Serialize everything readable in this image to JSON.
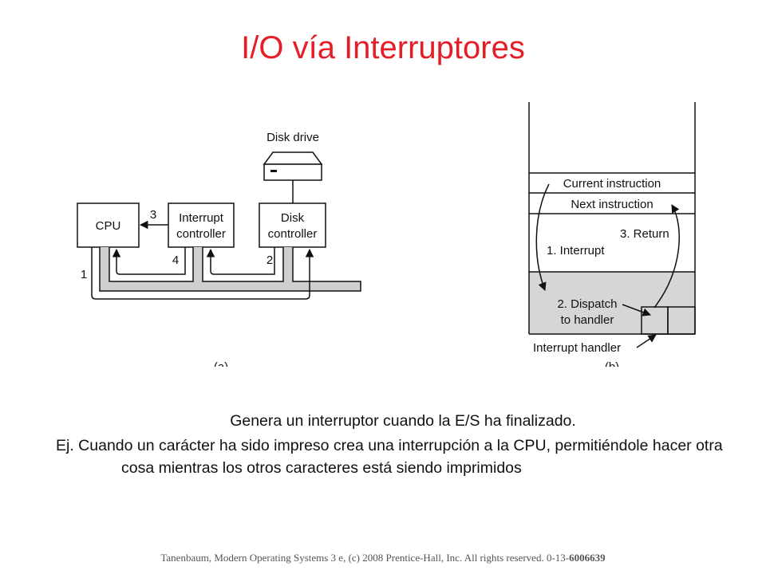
{
  "slide": {
    "title": "I/O vía Interruptores",
    "body_lines": [
      "Genera un interruptor cuando la E/S ha finalizado.",
      "Ej. Cuando un carácter ha sido impreso crea una interrupción a la CPU, permitiéndole hacer otra cosa mientras los otros caracteres está siendo imprimidos"
    ],
    "footer": "Tanenbaum, Modern Operating Systems 3 e, (c) 2008 Prentice-Hall, Inc. All rights reserved. 0-13-",
    "footer_isbn_tail": "6006639"
  },
  "figure_a": {
    "disk_drive_label": "Disk drive",
    "cpu_label": "CPU",
    "interrupt_controller_label": [
      "Interrupt",
      "controller"
    ],
    "disk_controller_label": [
      "Disk",
      "controller"
    ],
    "step_labels": [
      "1",
      "2",
      "3",
      "4"
    ],
    "caption": "(a)"
  },
  "figure_b": {
    "rows": [
      "Current instruction",
      "Next instruction"
    ],
    "interrupt_label": "1. Interrupt",
    "return_label": "3. Return",
    "dispatch_label": [
      "2. Dispatch",
      "to handler"
    ],
    "handler_label": "Interrupt handler",
    "caption": "(b)"
  },
  "colors": {
    "title": "#e41e26",
    "handler_region": "#d6d6d6",
    "text": "#111111"
  }
}
